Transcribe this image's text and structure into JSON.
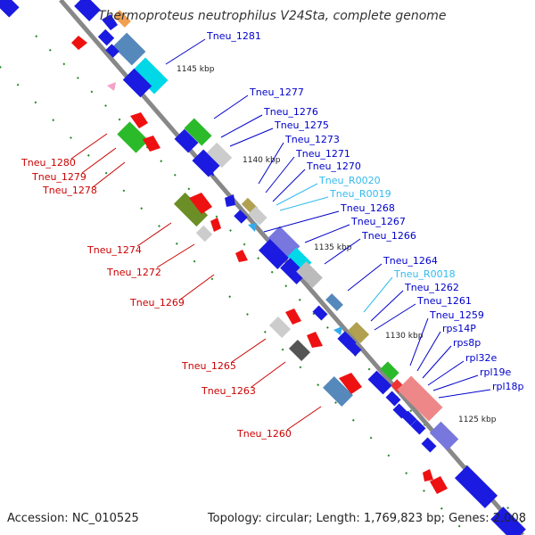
{
  "title": "Thermoproteus neutrophilus V24Sta, complete genome",
  "footer": {
    "accession": "Accession: NC_010525",
    "topology": "Topology: circular; Length: 1,769,823 bp; Genes: 2,008"
  },
  "colors": {
    "forward_label": "#0000cc",
    "reverse_label": "#cc0000",
    "rna_label": "#33bbee",
    "backbone": "#888888",
    "tick": "#228822"
  },
  "scale_labels": [
    "1145 kbp",
    "1140 kbp",
    "1135 kbp",
    "1130 kbp",
    "1125 kbp"
  ],
  "labels_forward": [
    "Tneu_1281",
    "Tneu_1277",
    "Tneu_1276",
    "Tneu_1275",
    "Tneu_1273",
    "Tneu_1271",
    "Tneu_1270",
    "Tneu_1268",
    "Tneu_1267",
    "Tneu_1266",
    "Tneu_1264",
    "Tneu_1262",
    "Tneu_1261",
    "Tneu_1259",
    "rps14P",
    "rps8p",
    "rpl32e",
    "rpl19e",
    "rpl18p"
  ],
  "labels_rna": [
    "Tneu_R0020",
    "Tneu_R0019",
    "Tneu_R0018"
  ],
  "labels_reverse": [
    "Tneu_1280",
    "Tneu_1279",
    "Tneu_1278",
    "Tneu_1274",
    "Tneu_1272",
    "Tneu_1269",
    "Tneu_1265",
    "Tneu_1263",
    "Tneu_1260"
  ]
}
